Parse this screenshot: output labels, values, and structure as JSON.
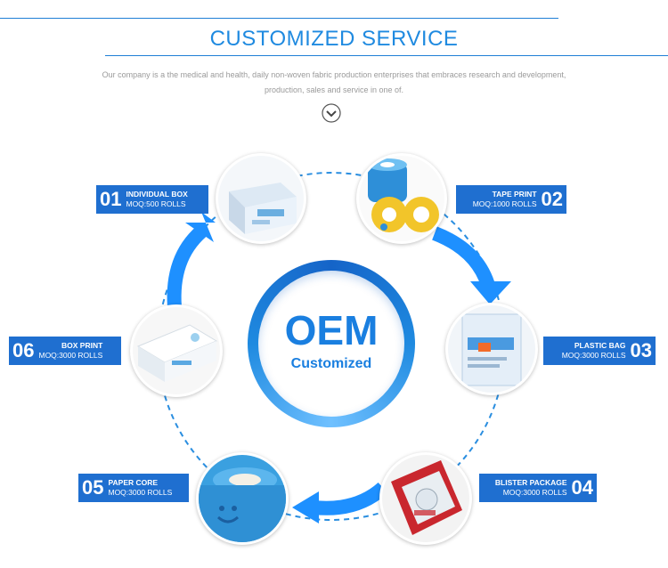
{
  "header": {
    "title": "CUSTOMIZED SERVICE",
    "description_line1": "Our company is a the medical and health, daily non-woven fabric production enterprises that embraces research and development,",
    "description_line2": "production, sales and service in one of.",
    "down_icon": "chevron-down-circle-icon"
  },
  "center": {
    "title": "OEM",
    "subtitle": "Customized"
  },
  "colors": {
    "accent": "#1f8ae0",
    "label_bg": "#1f6fd0",
    "arrow": "#1e90ff"
  },
  "items": [
    {
      "number": "01",
      "name": "INDIVIDUAL BOX",
      "moq": "MOQ:500 ROLLS"
    },
    {
      "number": "02",
      "name": "TAPE PRINT",
      "moq": "MOQ:1000 ROLLS"
    },
    {
      "number": "03",
      "name": "PLASTIC BAG",
      "moq": "MOQ:3000 ROLLS"
    },
    {
      "number": "04",
      "name": "BLISTER PACKAGE",
      "moq": "MOQ:3000 ROLLS"
    },
    {
      "number": "05",
      "name": "PAPER CORE",
      "moq": "MOQ:3000 ROLLS"
    },
    {
      "number": "06",
      "name": "BOX PRINT",
      "moq": "MOQ:3000 ROLLS"
    }
  ]
}
